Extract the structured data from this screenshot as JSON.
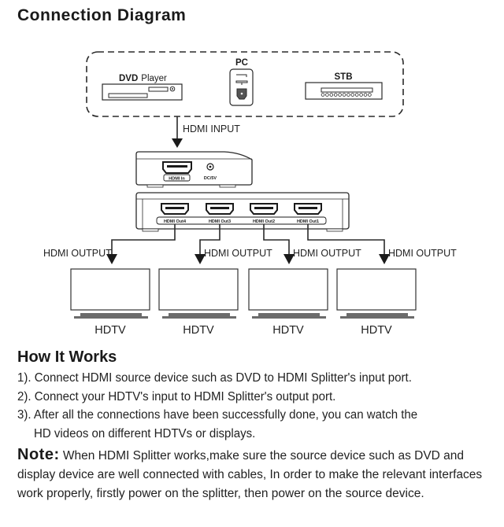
{
  "title": "Connection Diagram",
  "sources": {
    "dvd": {
      "label_bold": "DVD",
      "label_normal": "Player"
    },
    "pc": {
      "label": "PC"
    },
    "stb": {
      "label": "STB"
    }
  },
  "input_label": "HDMI INPUT",
  "splitter_input": {
    "port_label": "HDMI In",
    "power_label": "DC/5V"
  },
  "splitter_outputs": [
    "HDMI Out4",
    "HDMI Out3",
    "HDMI Out2",
    "HDMI Out1"
  ],
  "output_label": "HDMI OUTPUT",
  "tvs": [
    "HDTV",
    "HDTV",
    "HDTV",
    "HDTV"
  ],
  "how_it_works": {
    "heading": "How It Works",
    "steps": [
      "1). Connect HDMI source device such as DVD to HDMI Splitter's input port.",
      "2). Connect your HDTV's input to HDMI Splitter's output port.",
      "3). After all the connections have been successfully done, you can watch the",
      "HD videos on different HDTVs or displays."
    ]
  },
  "note": {
    "label": "Note:",
    "text": " When HDMI Splitter works,make sure the source device such as DVD and display device are well connected with cables, In order to make the relevant interfaces work properly, firstly power on the splitter, then power on the source device."
  },
  "colors": {
    "line": "#2a2a2a",
    "tv_stand": "#6b6b6b",
    "text": "#222222"
  }
}
